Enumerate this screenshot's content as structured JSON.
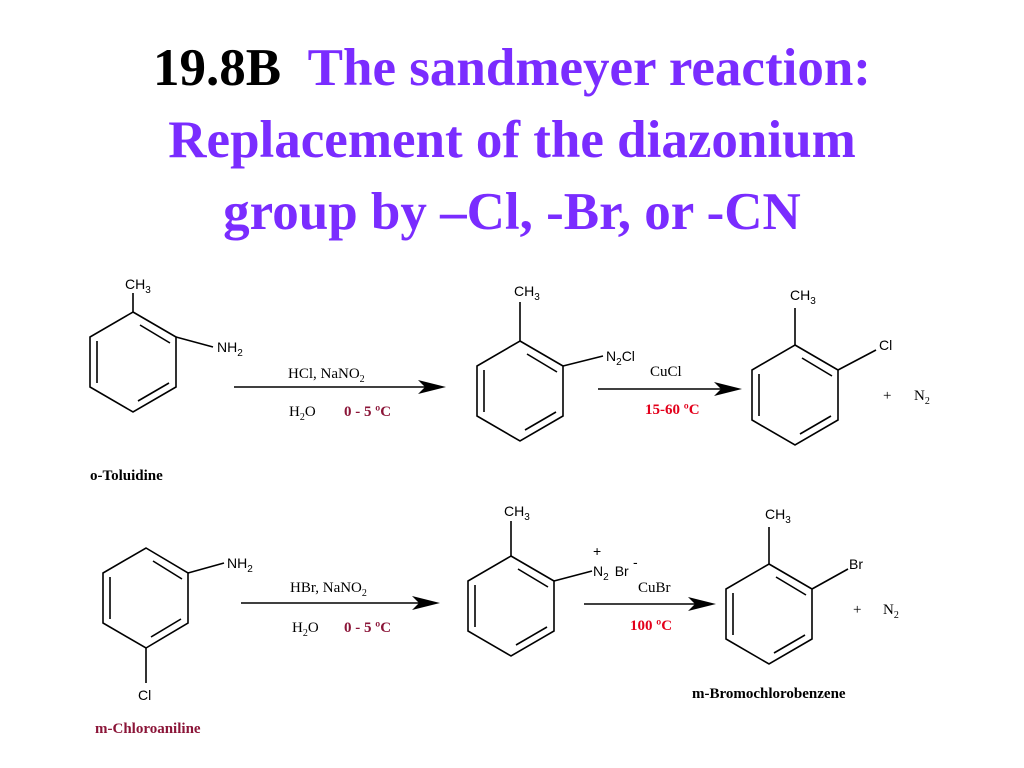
{
  "title": {
    "number": "19.8B",
    "line1": "The sandmeyer reaction:",
    "line2": "Replacement of the diazonium",
    "line3": "group by –Cl, -Br, or -CN"
  },
  "colors": {
    "title": "#7a2cff",
    "number": "#000000",
    "condition_red": "#e3001b",
    "condition_maroon": "#8b1538",
    "name_maroon": "#8b1538"
  },
  "labels": {
    "ch3": "CH",
    "ch3_sub": "3",
    "nh2": "NH",
    "nh2_sub": "2",
    "n2": "N",
    "n2_sub": "2",
    "cl": "Cl",
    "br": "Br",
    "plus": "+",
    "minus": "-"
  },
  "reaction1": {
    "reagent_top": "HCl, NaNO",
    "reagent_top_sub": "2",
    "solvent": "H",
    "solvent_sub": "2",
    "solvent_tail": "O",
    "temp": "0 - 5 ºC",
    "reagent2": "CuCl",
    "temp2": "15-60 ºC",
    "start_name": "o-Toluidine"
  },
  "reaction2": {
    "reagent_top": "HBr, NaNO",
    "reagent_top_sub": "2",
    "solvent": "H",
    "solvent_sub": "2",
    "solvent_tail": "O",
    "temp": "0 - 5 ºC",
    "reagent2": "CuBr",
    "temp2": "100 ºC",
    "start_name": "m-Chloroaniline",
    "product_name": "m-Bromochlorobenzene"
  }
}
